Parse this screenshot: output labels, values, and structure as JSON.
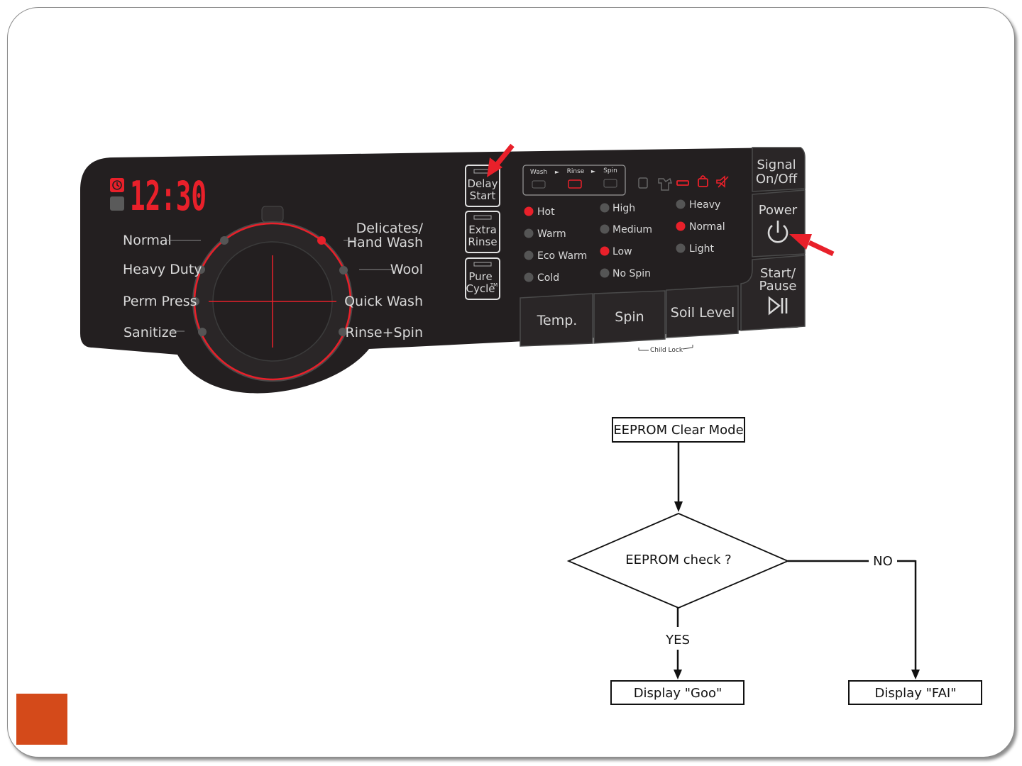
{
  "panel": {
    "display_time": "12:30",
    "cycles_left": [
      "Normal",
      "Heavy Duty",
      "Perm Press",
      "Sanitize"
    ],
    "cycles_right_1a": "Delicates/",
    "cycles_right_1b": "Hand Wash",
    "cycles_right": [
      "Wool",
      "Quick Wash",
      "Rinse+Spin"
    ],
    "delay_start": [
      "Delay",
      "Start"
    ],
    "extra_rinse": [
      "Extra",
      "Rinse"
    ],
    "pure_cycle": [
      "Pure",
      "Cycle",
      "TM"
    ],
    "stages": [
      "Wash",
      "Rinse",
      "Spin"
    ],
    "temp_options": [
      "Hot",
      "Warm",
      "Eco Warm",
      "Cold"
    ],
    "spin_options": [
      "High",
      "Medium",
      "Low",
      "No Spin"
    ],
    "soil_options": [
      "Heavy",
      "Normal",
      "Light"
    ],
    "selected": {
      "temp": "Hot",
      "spin": "Low",
      "soil": "Normal"
    },
    "buttons": {
      "temp": "Temp.",
      "spin": "Spin",
      "soil": "Soil Level"
    },
    "child_lock": "Child Lock",
    "signal": [
      "Signal",
      "On/Off"
    ],
    "power": "Power",
    "start_pause": [
      "Start/",
      "Pause"
    ]
  },
  "flowchart": {
    "start": "EEPROM Clear Mode",
    "decision": "EEPROM check ?",
    "yes_label": "YES",
    "no_label": "NO",
    "yes_result": "Display \"Goo\"",
    "no_result": "Display \"FAI\""
  },
  "colors": {
    "accent_red": "#e8202a",
    "panel": "#231f20",
    "corner": "#d44a1a"
  }
}
